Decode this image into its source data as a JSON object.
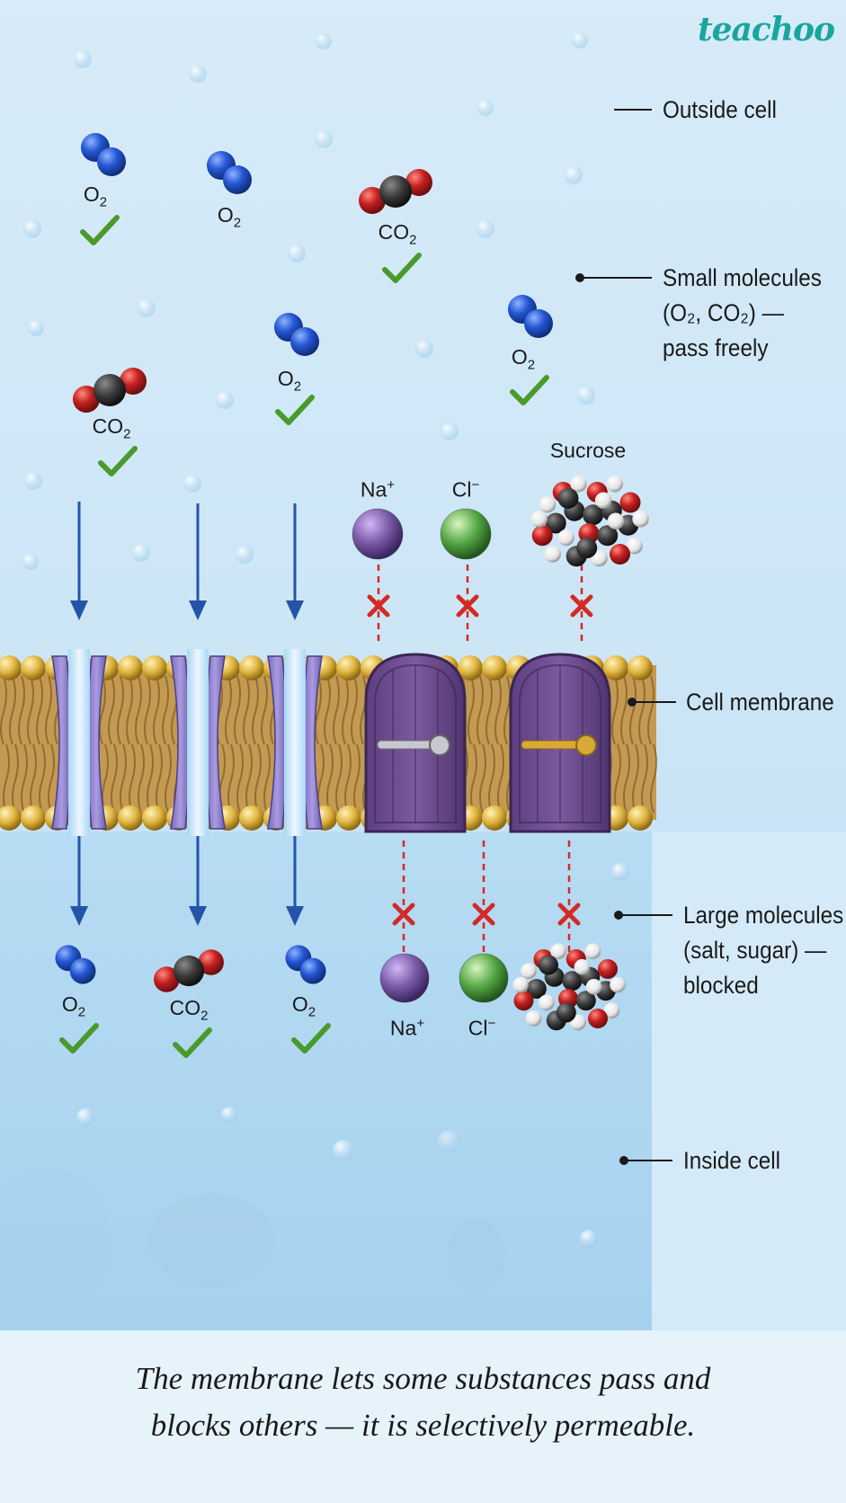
{
  "brand": "teachoo",
  "labels": {
    "outside": "Outside cell",
    "small_1": "Small molecules",
    "small_2": "(O₂, CO₂) —",
    "small_3": "pass freely",
    "membrane": "Cell membrane",
    "large_1": "Large molecules",
    "large_2": "(salt, sugar) —",
    "large_3": "blocked",
    "inside": "Inside cell"
  },
  "molecules": {
    "o2": {
      "base": "O",
      "sub": "2"
    },
    "co2": {
      "base": "CO",
      "sub": "2"
    },
    "na": {
      "base": "Na",
      "sup": "+"
    },
    "cl": {
      "base": "Cl",
      "sup": "−"
    },
    "sucrose": "Sucrose"
  },
  "caption": {
    "line1": "The membrane lets some substances pass and",
    "line2": "blocks others — it is selectively permeable."
  },
  "colors": {
    "pass_check": "#4a9a2a",
    "blocked_cross": "#d42a24",
    "arrow": "#2354a8",
    "oxygen": "#1f4fc2",
    "carbon_dioxide_o": "#c42020",
    "sodium": "#7a5aa8",
    "chloride": "#55a845",
    "door": "#6e4f92"
  }
}
